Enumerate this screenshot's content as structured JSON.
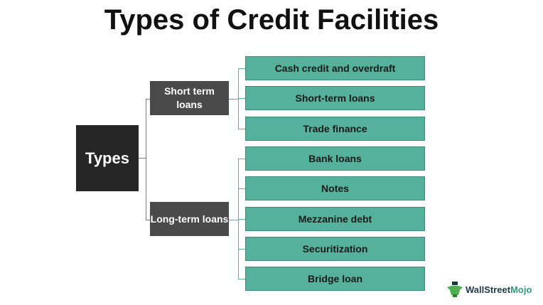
{
  "title": "Types of Credit Facilities",
  "root": "Types",
  "branches": [
    {
      "label": "Short term loans",
      "items": [
        "Cash credit and overdraft",
        "Short-term loans",
        "Trade finance"
      ]
    },
    {
      "label": "Long-term loans",
      "items": [
        "Bank loans",
        "Notes",
        "Mezzanine debt",
        "Securitization",
        "Bridge loan"
      ]
    }
  ],
  "logo": {
    "part1": "WallStreet",
    "part2": "Mojo"
  },
  "colors": {
    "leaf": "#55b19b",
    "root": "#262626",
    "mid": "#4a4a4a"
  }
}
